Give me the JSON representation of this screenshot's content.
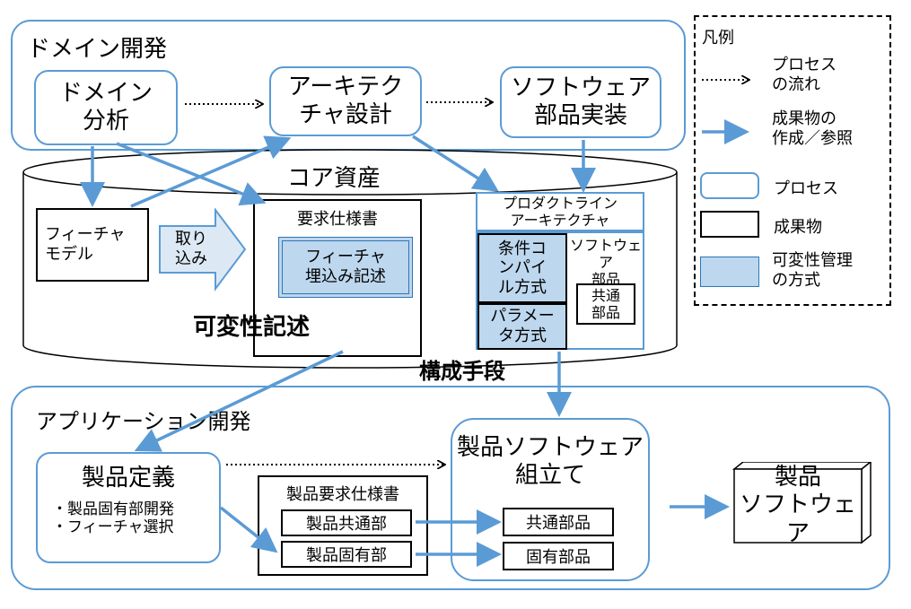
{
  "domain_dev": {
    "title": "ドメイン開発",
    "analysis": "ドメイン\n分析",
    "architecture": "アーキテク\nチャ設計",
    "implementation": "ソフトウェア\n部品実装"
  },
  "core_assets": {
    "title": "コア資産",
    "feature_model": "フィーチャ\nモデル",
    "import_arrow": "取り\n込み",
    "requirements": "要求仕様書",
    "embedded": "フィーチャ\n埋込み記述",
    "variability_desc": "可変性記述",
    "pla": "プロダクトライン\nアーキテクチャ",
    "conditional": "条件コ\nンパイ\nル方式",
    "parameter": "パラメー\nタ方式",
    "sw_parts": "ソフトウェア\n部品",
    "common_parts": "共通\n部品",
    "config_means": "構成手段"
  },
  "app_dev": {
    "title": "アプリケーション開発",
    "definition_title": "製品定義",
    "definition_items": "・製品固有部開発\n・フィーチャ選択",
    "spec_title": "製品要求仕様書",
    "spec_common": "製品共通部",
    "spec_specific": "製品固有部",
    "assembly_title": "製品ソフトウェア\n組立て",
    "common": "共通部品",
    "specific": "固有部品",
    "product": "製品\nソフトウェア"
  },
  "legend": {
    "title": "凡例",
    "flow": "プロセス\nの流れ",
    "artifact_link": "成果物の\n作成／参照",
    "process": "プロセス",
    "artifact": "成果物",
    "variability": "可変性管理\nの方式"
  },
  "colors": {
    "process_border": "#5b9bd5",
    "arrow": "#5b9bd5",
    "variability_fill": "#bdd7ee"
  }
}
